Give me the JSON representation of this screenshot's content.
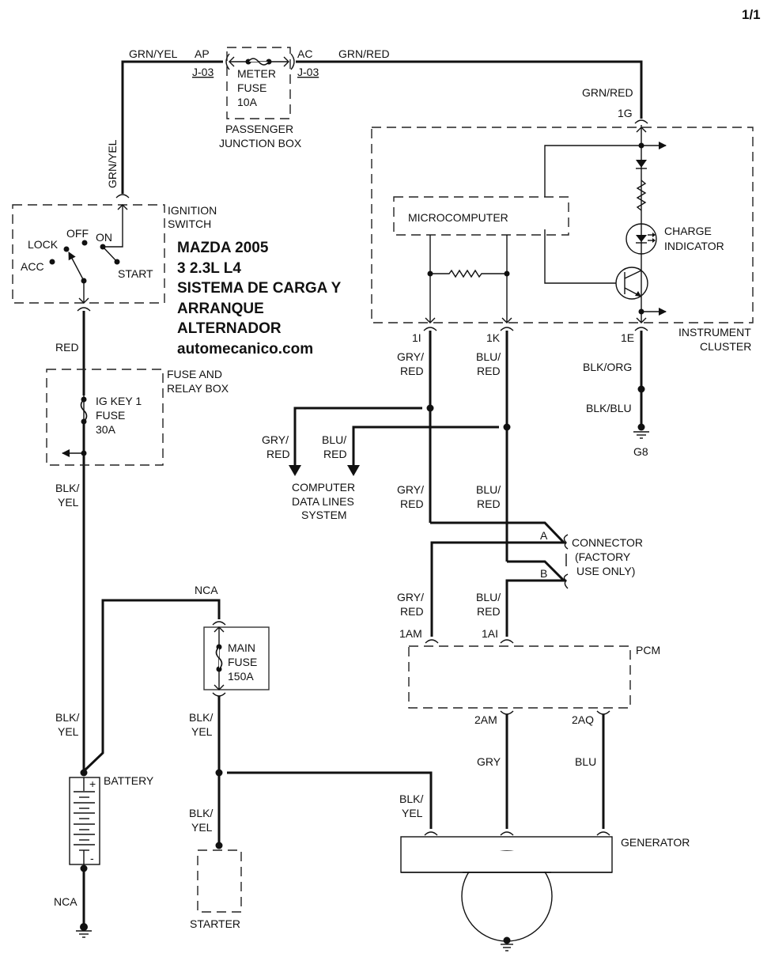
{
  "page": {
    "number": "1/1"
  },
  "title": {
    "lines": [
      "MAZDA 2005",
      "3 2.3L L4",
      "SISTEMA DE CARGA Y",
      "ARRANQUE",
      "ALTERNADOR",
      "automecanico.com"
    ]
  },
  "passenger_junction_box": {
    "label_lines": [
      "PASSENGER",
      "JUNCTION BOX"
    ],
    "fuse_lines": [
      "METER",
      "FUSE",
      "10A"
    ],
    "left_pin": "AP",
    "left_conn": "J-03",
    "right_pin": "AC",
    "right_conn": "J-03"
  },
  "ignition_switch": {
    "label_lines": [
      "IGNITION",
      "SWITCH"
    ],
    "positions": [
      "LOCK",
      "OFF",
      "ON",
      "ACC",
      "START"
    ]
  },
  "fuse_relay_box": {
    "label_lines": [
      "FUSE AND",
      "RELAY BOX"
    ],
    "fuse_lines": [
      "IG KEY 1",
      "FUSE",
      "30A"
    ]
  },
  "main_fuse": {
    "lines": [
      "MAIN",
      "FUSE",
      "150A"
    ]
  },
  "battery": {
    "label": "BATTERY",
    "plus": "+",
    "minus": "-"
  },
  "starter": {
    "label": "STARTER"
  },
  "generator": {
    "label": "GENERATOR"
  },
  "pcm": {
    "label": "PCM"
  },
  "instrument_cluster": {
    "label_lines": [
      "INSTRUMENT",
      "CLUSTER"
    ],
    "microcomputer": "MICROCOMPUTER",
    "charge_indicator_lines": [
      "CHARGE",
      "INDICATOR"
    ]
  },
  "connector": {
    "label_lines": [
      "CONNECTOR",
      "(FACTORY",
      "USE ONLY)"
    ],
    "pin_a": "A",
    "pin_b": "B"
  },
  "computer_data_lines": {
    "label_lines": [
      "COMPUTER",
      "DATA LINES",
      "SYSTEM"
    ]
  },
  "ground": {
    "g8": "G8"
  },
  "pins": {
    "p1g": "1G",
    "p1i": "1I",
    "p1k": "1K",
    "p1e": "1E",
    "p1am": "1AM",
    "p1ai": "1AI",
    "p2am": "2AM",
    "p2aq": "2AQ"
  },
  "wires": {
    "grn_yel_top": "GRN/YEL",
    "grn_yel_vert": "GRN/YEL",
    "grn_red_top": "GRN/RED",
    "grn_red_cluster": "GRN/RED",
    "red": "RED",
    "blk_yel_a": [
      "BLK/",
      "YEL"
    ],
    "blk_yel_b": [
      "BLK/",
      "YEL"
    ],
    "blk_yel_c": [
      "BLK/",
      "YEL"
    ],
    "blk_yel_d": [
      "BLK/",
      "YEL"
    ],
    "blk_yel_gen": [
      "BLK/",
      "YEL"
    ],
    "nca_top": "NCA",
    "nca_bottom": "NCA",
    "blk_org": "BLK/ORG",
    "blk_blu": "BLK/BLU",
    "gry_red_1": [
      "GRY/",
      "RED"
    ],
    "blu_red_1": [
      "BLU/",
      "RED"
    ],
    "gry_red_data": [
      "GRY/",
      "RED"
    ],
    "blu_red_data": [
      "BLU/",
      "RED"
    ],
    "gry_red_2": [
      "GRY/",
      "RED"
    ],
    "blu_red_2": [
      "BLU/",
      "RED"
    ],
    "gry_red_3": [
      "GRY/",
      "RED"
    ],
    "blu_red_3": [
      "BLU/",
      "RED"
    ],
    "gry": "GRY",
    "blu": "BLU"
  }
}
